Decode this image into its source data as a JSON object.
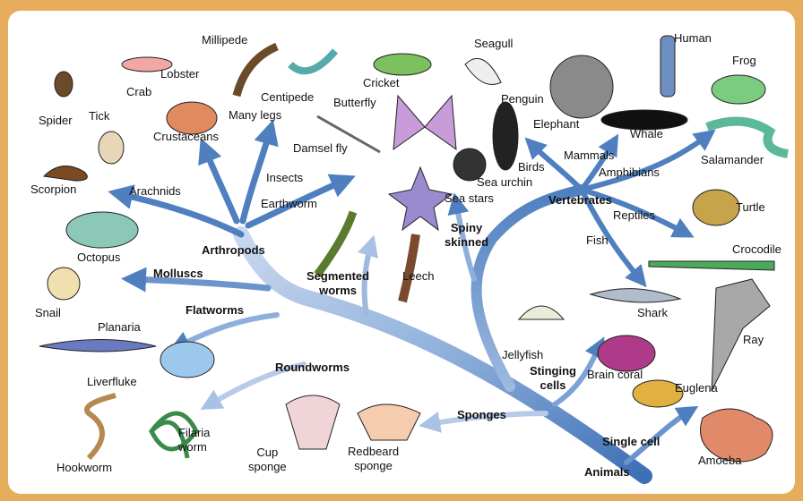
{
  "title": "Animal classification tree",
  "colors": {
    "frame": "#e6ad5c",
    "branch": "#4f7fbf",
    "branch_light": "#c9d8ee"
  },
  "groups": {
    "animals": "Animals",
    "single_cell": "Single cell",
    "sponges": "Sponges",
    "stinging_cells": "Stinging\ncells",
    "roundworms": "Roundworms",
    "flatworms": "Flatworms",
    "molluscs": "Molluscs",
    "arthropods": "Arthropods",
    "segmented_worms": "Segmented\nworms",
    "spiny_skinned": "Spiny\nskinned",
    "vertebrates": "Vertebrates",
    "arachnids": "Arachnids",
    "crustaceans": "Crustaceans",
    "many_legs": "Many legs",
    "insects": "Insects",
    "birds": "Birds",
    "mammals": "Mammals",
    "amphibians": "Amphibians",
    "reptiles": "Reptiles",
    "fish": "Fish"
  },
  "animals": {
    "spider": "Spider",
    "tick": "Tick",
    "scorpion": "Scorpion",
    "lobster": "Lobster",
    "crab": "Crab",
    "millipede": "Millipede",
    "centipede": "Centipede",
    "cricket": "Cricket",
    "butterfly": "Butterfly",
    "damsel_fly": "Damsel fly",
    "seagull": "Seagull",
    "penguin": "Penguin",
    "elephant": "Elephant",
    "human": "Human",
    "whale": "Whale",
    "frog": "Frog",
    "salamander": "Salamander",
    "turtle": "Turtle",
    "crocodile": "Crocodile",
    "shark": "Shark",
    "ray": "Ray",
    "sea_urchin": "Sea urchin",
    "sea_stars": "Sea stars",
    "earthworm": "Earthworm",
    "leech": "Leech",
    "octopus": "Octopus",
    "snail": "Snail",
    "planaria": "Planaria",
    "liverfluke": "Liverfluke",
    "hookworm": "Hookworm",
    "filaria_worm": "Filaria\nworm",
    "cup_sponge": "Cup\nsponge",
    "redbeard_sponge": "Redbeard\nsponge",
    "jellyfish": "Jellyfish",
    "brain_coral": "Brain coral",
    "euglena": "Euglena",
    "amoeba": "Amoeba"
  }
}
